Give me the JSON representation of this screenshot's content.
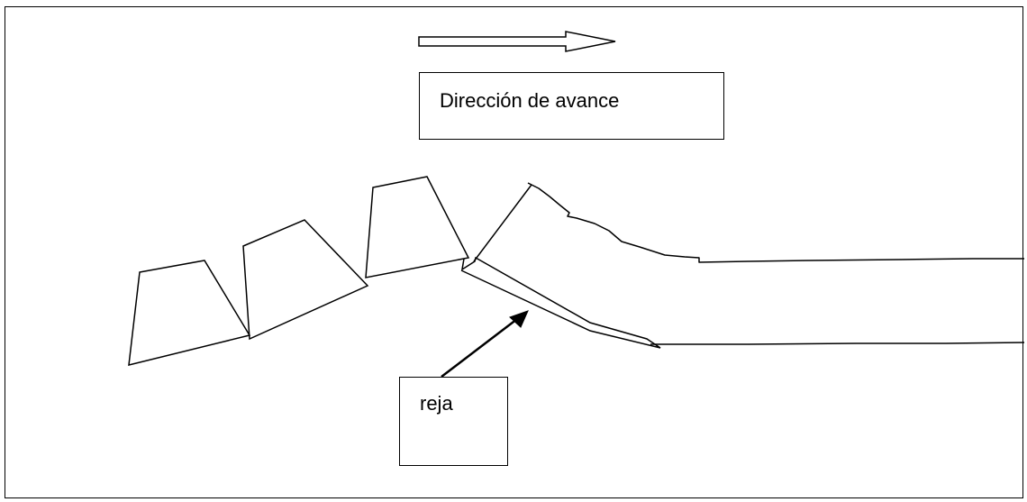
{
  "labels": {
    "direction": "Dirección de avance",
    "share": "reja"
  },
  "icons": {
    "direction_arrow": "hollow-right-arrow",
    "pointer_arrow": "solid-arrow-pointer"
  },
  "colors": {
    "stroke": "#000000",
    "background": "#ffffff"
  }
}
